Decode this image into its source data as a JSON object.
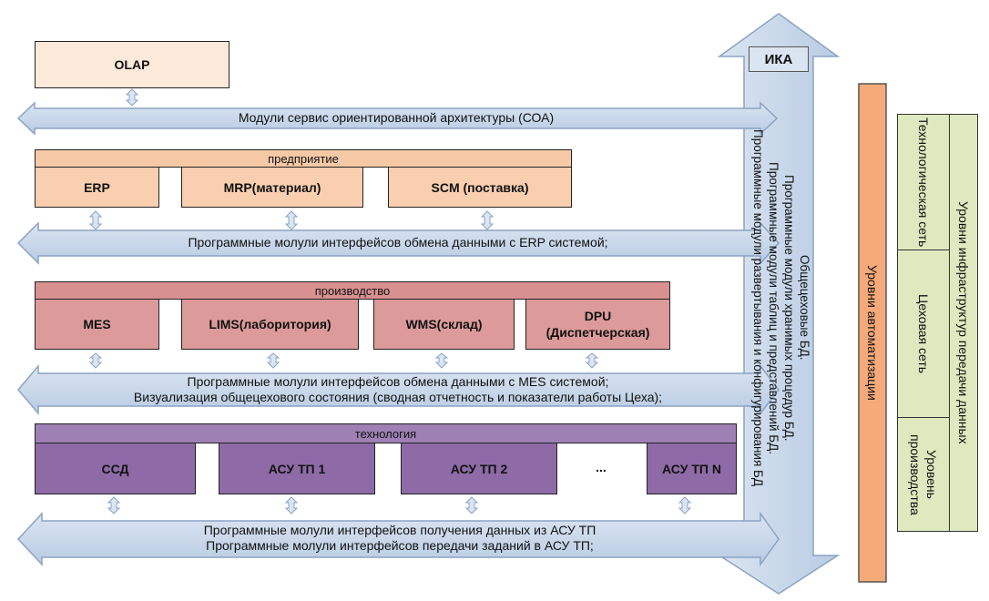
{
  "top": {
    "olap": "OLAP",
    "soa_bus": "Модули сервис ориентированной архитектуры (СОА)"
  },
  "enterprise": {
    "header": "предприятие",
    "boxes": [
      "ERP",
      "MRP(материал)",
      "SCM (поставка)"
    ],
    "bus": "Программные молули интерфейсов  обмена данными с ERP системой;"
  },
  "production": {
    "header": "производство",
    "boxes": [
      "MES",
      "LIMS(лаборитория)",
      "WMS(склад)"
    ],
    "dpu_line1": "DPU",
    "dpu_line2": "(Диспетчерская)",
    "bus_line1": "Программные молули интерфейсов обмена данными с MES системой;",
    "bus_line2": "Визуализация общецехового состояния (сводная отчетность и показатели работы Цеха);"
  },
  "technology": {
    "header": "технология",
    "boxes": [
      "ССД",
      "АСУ ТП 1",
      "АСУ ТП 2",
      "АСУ ТП N"
    ],
    "ellipsis": "...",
    "bus_line1": "Программные молули интерфейсов получения данных из АСУ ТП",
    "bus_line2": "Программные молули интерфейсов передачи заданий в АСУ ТП;"
  },
  "ika": {
    "label": "ИКА",
    "line1": "Общецеховые БД.",
    "line2": "Программные модули хранимых процедур БД.",
    "line3": "Программные модули таблиц и представлений БД.",
    "line4": "Программные модули развертывания и конфигурирования БД"
  },
  "automation": {
    "label": "Уровни автоматизации"
  },
  "infrastructure": {
    "title": "Уровни инфраструктур передачи данных",
    "cell1": "Технологическая сеть",
    "cell2": "Цеховая сеть",
    "cell3": "Уровень производства"
  },
  "colors": {
    "bus_fill": "#c9d7e9",
    "bus_stroke": "#8aa3c4",
    "enterprise": "#f9cfb0",
    "production": "#dd9a9a",
    "technology": "#8e6aa6",
    "automation": "#f6aa7a",
    "infrastructure": "#dfe9bf"
  }
}
